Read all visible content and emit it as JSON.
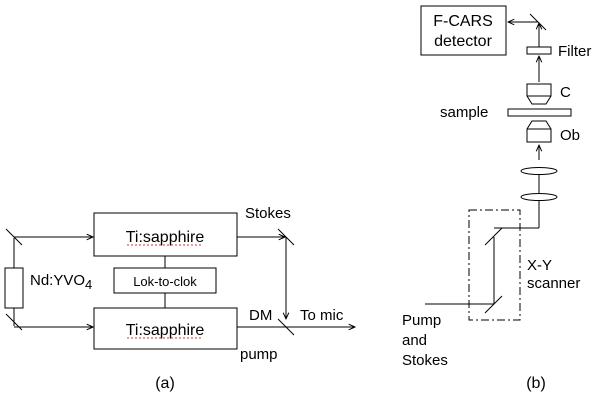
{
  "panel_a": {
    "caption": "(a)",
    "laser_source": "Nd:YVO",
    "laser_source_sub": "4",
    "top_box": "Ti:sapphire",
    "bottom_box": "Ti:sapphire",
    "sync_box": "Lok-to-clok",
    "stokes_label": "Stokes",
    "pump_label": "pump",
    "dm_label": "DM",
    "to_mic_label": "To mic"
  },
  "panel_b": {
    "caption": "(b)",
    "detector_line1": "F-CARS",
    "detector_line2": "detector",
    "filter_label": "Filter",
    "condenser_label": "C",
    "sample_label": "sample",
    "objective_label": "Ob",
    "scanner_line1": "X-Y",
    "scanner_line2": "scanner",
    "input_line1": "Pump",
    "input_line2": "and",
    "input_line3": "Stokes"
  }
}
